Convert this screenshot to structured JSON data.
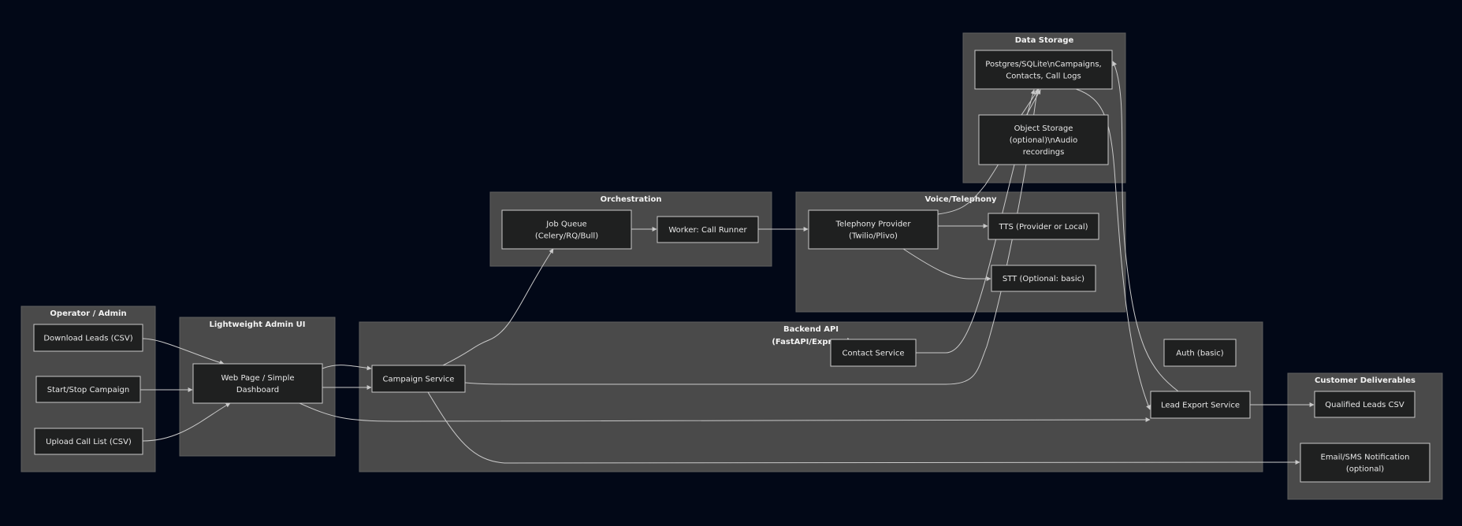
{
  "clusters": [
    {
      "id": "operator",
      "title": [
        "Operator / Admin"
      ]
    },
    {
      "id": "adminui",
      "title": [
        "Lightweight Admin UI"
      ]
    },
    {
      "id": "backend",
      "title": [
        "Backend API",
        "(FastAPI/Express)"
      ]
    },
    {
      "id": "orchestration",
      "title": [
        "Orchestration"
      ]
    },
    {
      "id": "voice",
      "title": [
        "Voice/Telephony"
      ]
    },
    {
      "id": "storage",
      "title": [
        "Data Storage"
      ]
    },
    {
      "id": "deliverables",
      "title": [
        "Customer Deliverables"
      ]
    }
  ],
  "nodes": [
    {
      "id": "download_leads",
      "lines": [
        "Download Leads (CSV)"
      ]
    },
    {
      "id": "start_stop",
      "lines": [
        "Start/Stop Campaign"
      ]
    },
    {
      "id": "upload_call_list",
      "lines": [
        "Upload Call List (CSV)"
      ]
    },
    {
      "id": "web_page",
      "lines": [
        "Web Page / Simple",
        "Dashboard"
      ]
    },
    {
      "id": "campaign_service",
      "lines": [
        "Campaign Service"
      ]
    },
    {
      "id": "contact_service",
      "lines": [
        "Contact Service"
      ]
    },
    {
      "id": "auth",
      "lines": [
        "Auth (basic)"
      ]
    },
    {
      "id": "lead_export",
      "lines": [
        "Lead Export Service"
      ]
    },
    {
      "id": "job_queue",
      "lines": [
        "Job Queue",
        "(Celery/RQ/Bull)"
      ]
    },
    {
      "id": "worker",
      "lines": [
        "Worker: Call Runner"
      ]
    },
    {
      "id": "telephony",
      "lines": [
        "Telephony Provider",
        "(Twilio/Plivo)"
      ]
    },
    {
      "id": "tts",
      "lines": [
        "TTS (Provider or Local)"
      ]
    },
    {
      "id": "stt",
      "lines": [
        "STT (Optional: basic)"
      ]
    },
    {
      "id": "postgres",
      "lines": [
        "Postgres/SQLite\\nCampaigns,",
        "Contacts, Call Logs"
      ]
    },
    {
      "id": "object_storage",
      "lines": [
        "Object Storage",
        "(optional)\\nAudio",
        "recordings"
      ]
    },
    {
      "id": "qualified_csv",
      "lines": [
        "Qualified Leads CSV"
      ]
    },
    {
      "id": "email_sms",
      "lines": [
        "Email/SMS Notification",
        "(optional)"
      ]
    }
  ],
  "edges": [
    {
      "from": "download_leads",
      "to": "web_page"
    },
    {
      "from": "start_stop",
      "to": "web_page"
    },
    {
      "from": "upload_call_list",
      "to": "web_page"
    },
    {
      "from": "web_page",
      "to": "campaign_service"
    },
    {
      "from": "web_page",
      "to": "campaign_service"
    },
    {
      "from": "web_page",
      "to": "lead_export"
    },
    {
      "from": "campaign_service",
      "to": "job_queue"
    },
    {
      "from": "campaign_service",
      "to": "postgres"
    },
    {
      "from": "campaign_service",
      "to": "email_sms"
    },
    {
      "from": "contact_service",
      "to": "postgres"
    },
    {
      "from": "job_queue",
      "to": "worker"
    },
    {
      "from": "worker",
      "to": "telephony"
    },
    {
      "from": "telephony",
      "to": "tts"
    },
    {
      "from": "telephony",
      "to": "stt"
    },
    {
      "from": "telephony",
      "to": "postgres"
    },
    {
      "from": "lead_export",
      "to": "postgres"
    },
    {
      "from": "lead_export",
      "to": "qualified_csv"
    },
    {
      "from": "postgres",
      "to": "lead_export"
    },
    {
      "from": "object_storage",
      "to": "postgres"
    }
  ],
  "colors": {
    "background": "#020817",
    "cluster_fill": "#4a4a4a",
    "node_fill": "#1f2020",
    "node_border": "#c8c8c8",
    "edge": "#c9c9c9",
    "text": "#e8e8e8"
  }
}
